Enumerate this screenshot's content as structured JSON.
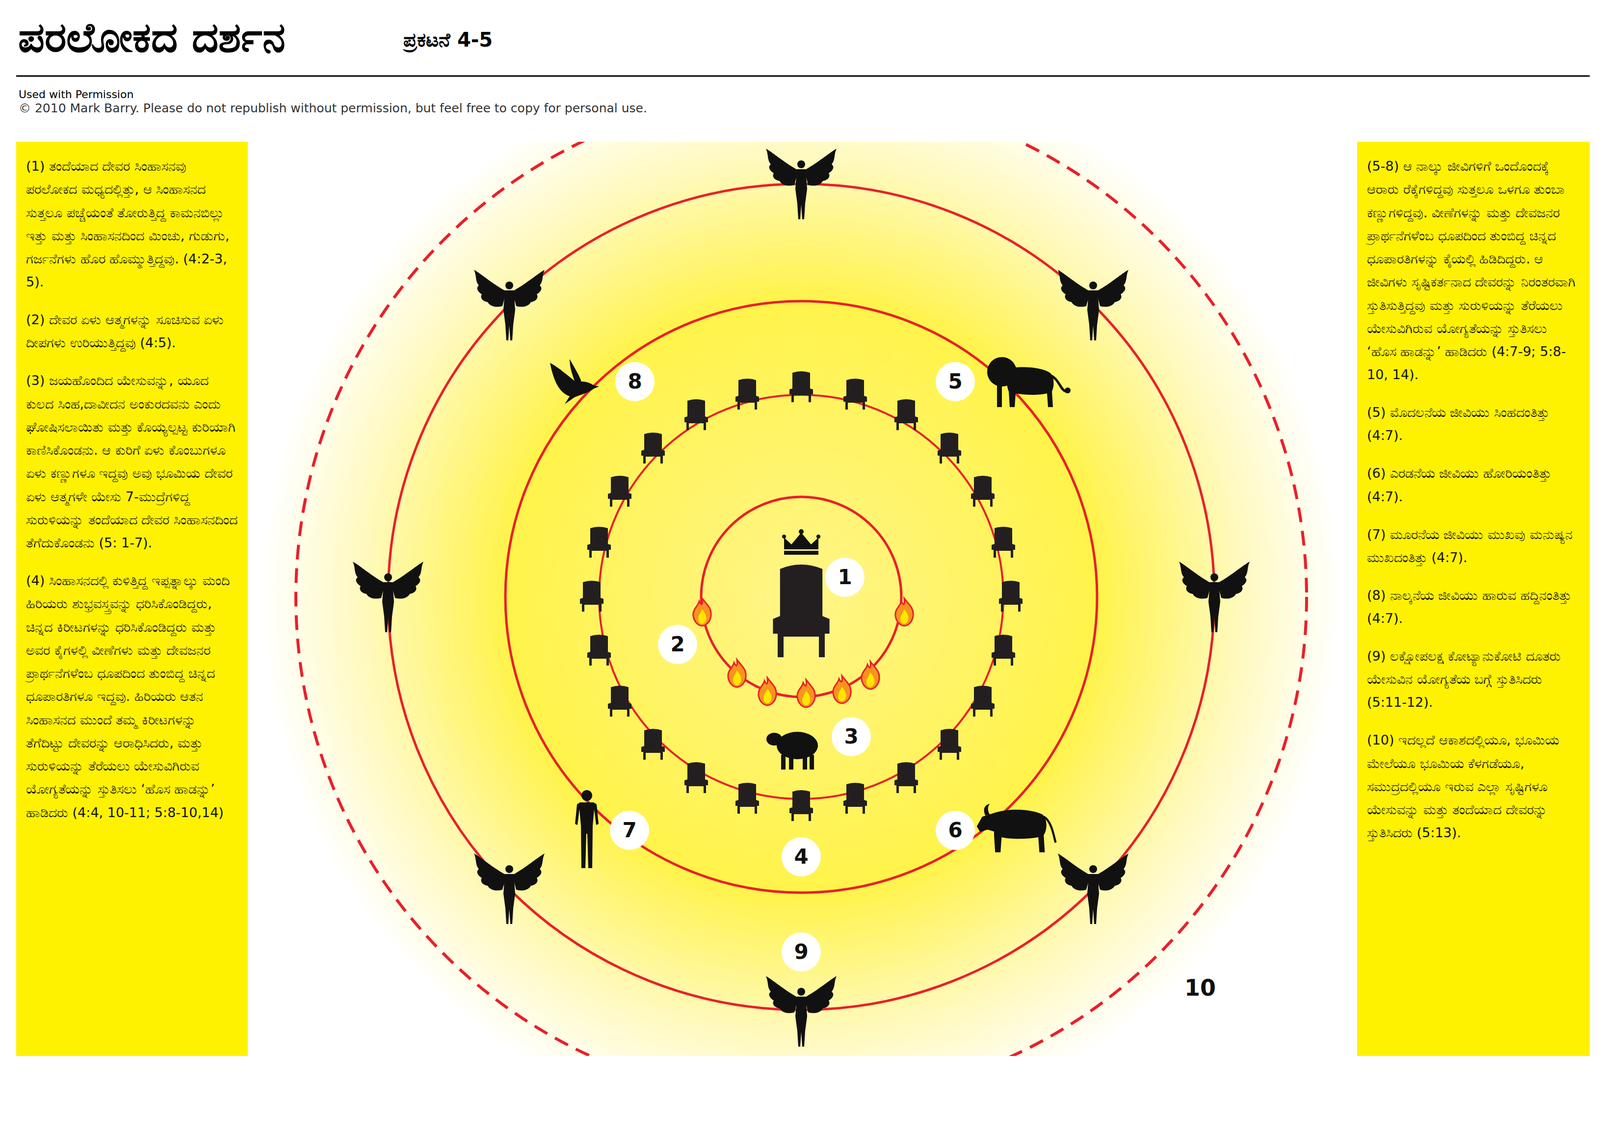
{
  "diagram": {
    "title": "ಪರಲೋಕದ ದರ್ಶನ",
    "nodes": [
      {
        "text": [
          "(1) ತಂದೆಯಾದ ದೇವರ ಸಿಂಹಾಸನವು ಪರಲೋಕದ ಮಧ್ಯದಲ್ಲಿತ್ತು, ಆ ಸಿಂಹಾಸನದ ಸುತ್ತಲೂ ಪಚ್ಚೆಯಂತೆ ತೋರುತ್ತಿದ್ದ ಕಾಮನಬಿಲ್ಲು ಇತ್ತು ಮತ್ತು ಸಿಂಹಾಸನದಿಂದ ಮಿಂಚು, ಗುಡುಗು, ಗರ್ಜನೆಗಳು ಹೊರ ಹೊಮ್ಮುತ್ತಿದ್ದವು. (4:2-3, 5).",
          "(2) ದೇವರ ಏಳು ಆತ್ಮಗಳನ್ನು ಸೂಚಿಸುವ ಏಳು ದೀಪಗಳು ಉರಿಯುತ್ತಿದ್ದವು (4:5).",
          "(3) ಜಯಹೊಂದಿದ ಯೇಸುವನ್ನು, ಯೂದ ಕುಲದ ಸಿಂಹ,ದಾವೀದನ ಅಂಕುರದವನು ಎಂದು ಘೋಷಿಸಲಾಯಿತು ಮತ್ತು ಕೊಯ್ಯಲ್ಪಟ್ಟ ಕುರಿಯಾಗಿ ಕಾಣಿಸಿಕೊಂಡನು. ಆ ಕುರಿಗೆ ಏಳು ಕೊಂಬುಗಳೂ ಏಳು ಕಣ್ಣುಗಳೂ ಇದ್ದವು ಅವು ಭೂಮಿಯ ದೇವರ ಏಳು ಆತ್ಮಗಳೇ ಯೇಸು 7-ಮುದ್ರೆಗಳಿದ್ದ ಸುರುಳಿಯನ್ನು ತಂದೆಯಾದ ದೇವರ ಸಿಂಹಾಸನದಿಂದ ತೆಗೆದುಕೊಂಡನು (5: 1-7).",
          "(4) ಸಿಂಹಾಸನದಲ್ಲಿ ಕುಳಿತ್ತಿದ್ದ ಇಪ್ಪತ್ನಾಲ್ಕು ಮಂದಿ ಹಿರಿಯರು ಶುಭ್ರವಸ್ತ್ರವನ್ನು ಧರಿಸಿಕೊಂಡಿದ್ದರು, ಚಿನ್ನದ ಕಿರೀಟಗಳನ್ನು ಧರಿಸಿಕೊಂಡಿದ್ದರು ಮತ್ತು ಅವರ ಕೈಗಳಲ್ಲಿ ವೀಣೆಗಳು ಮತ್ತು ದೇವಜನರ ಪ್ರಾರ್ಥನೆಗಳೆಂಬ ಧೂಪದಿಂದ ತುಂಬಿದ್ದ ಚಿನ್ನದ ಧೂಪಾರತಿಗಳೂ ಇದ್ದವು. ಹಿರಿಯರು ಆತನ ಸಿಂಹಾಸನದ ಮುಂದೆ ತಮ್ಮ ಕಿರೀಟಗಳನ್ನು ತೆಗೆದಿಟ್ಟು ದೇವರನ್ನು ಆರಾಧಿಸಿದರು, ಮತ್ತು ಸುರುಳಿಯನ್ನು ತೆರೆಯಲು ಯೇಸುವಿಗಿರುವ ಯೋಗ್ಯತೆಯನ್ನು ಸ್ತುತಿಸಲು ‘ಹೊಸ ಹಾಡನ್ನು’ ಹಾಡಿದರು (4:4, 10-11; 5:8-10,14)"
        ]
      },
      {
        "text": [
          "(5-8) ಆ ನಾಲ್ಕು ಜೀವಿಗಳಿಗೆ ಒಂದೊಂದಕ್ಕೆ ಆರಾರು ರೆಕ್ಕೆಗಳಿದ್ದವು ಸುತ್ತಲೂ ಒಳಗೂ ತುಂಬಾ ಕಣ್ಣುಗಳಿದ್ದವು. ವೀಣೆಗಳನ್ನು ಮತ್ತು ದೇವಜನರ ಪ್ರಾರ್ಥನೆಗಳೆಂಬ ಧೂಪದಿಂದ ತುಂಬಿದ್ದ ಚಿನ್ನದ ಧೂಪಾರತಿಗಳನ್ನು ಕೈಯಲ್ಲಿ ಹಿಡಿದಿದ್ದರು. ಆ ಜೀವಿಗಳು ಸೃಷ್ಟಿಕರ್ತನಾದ ದೇವರನ್ನು ನಿರಂತರವಾಗಿ ಸ್ತುತಿಸುತ್ತಿದ್ದವು ಮತ್ತು ಸುರುಳಿಯನ್ನು ತೆರೆಯಲು ಯೇಸುವಿಗಿರುವ ಯೋಗ್ಯತೆಯನ್ನು ಸ್ತುತಿಸಲು ‘ಹೊಸ ಹಾಡನ್ನು’ ಹಾಡಿದರು (4:7-9; 5:8-10, 14).",
          "(5) ಮೊದಲನೆಯ ಜೀವಿಯು ಸಿಂಹದಂತಿತ್ತು (4:7).",
          "(6) ಎರಡನೆಯ ಜೀವಿಯು ಹೋರಿಯಂತಿತ್ತು (4:7).",
          "(7) ಮೂರನೆಯ ಜೀವಿಯು ಮುಖವು ಮನುಷ್ಯನ ಮುಖದಂತಿತ್ತು (4:7).",
          "(8) ನಾಲ್ಕನೆಯ ಜೀವಿಯು ಹಾರುವ ಹದ್ದಿನಂತಿತ್ತು (4:7).",
          "(9) ಲಕ್ಷೋಪಲಕ್ಷ ಕೋಟ್ಯಾನುಕೋಟಿ ದೂತರು ಯೇಸುವಿನ ಯೋಗ್ಯತೆಯ ಬಗ್ಗೆ ಸ್ತುತಿಸಿದರು (5:11-12).",
          "(10) ಇದಲ್ಲದೆ ಆಕಾಶದಲ್ಲಿಯೂ, ಭೂಮಿಯ ಮೇಲೆಯೂ ಭೂಮಿಯ ಕೆಳಗಡೆಯೂ, ಸಮುದ್ರದಲ್ಲಿಯೂ ಇರುವ ಎಲ್ಲಾ ಸೃಷ್ಟಿಗಳೂ ಯೇಸುವನ್ನು ಮತ್ತು ತಂದೆಯಾದ ದೇವರನ್ನು ಸ್ತುತಿಸಿದರು (5:13)."
        ]
      },
      {
        "text": [
          "1"
        ]
      },
      {
        "text": [
          "2"
        ]
      },
      {
        "text": [
          "3"
        ]
      },
      {
        "text": [
          "4"
        ]
      },
      {
        "text": [
          "5"
        ]
      },
      {
        "text": [
          "6"
        ]
      },
      {
        "text": [
          "7"
        ]
      },
      {
        "text": [
          "8"
        ]
      },
      {
        "text": [
          "9"
        ]
      }
    ],
    "labels": [
      "ಪ್ರಕಟನೆ 4-5",
      "Used with Permission",
      "© 2010 Mark Barry. Please do not republish without permission, but feel free to copy for personal use.",
      "10"
    ]
  }
}
